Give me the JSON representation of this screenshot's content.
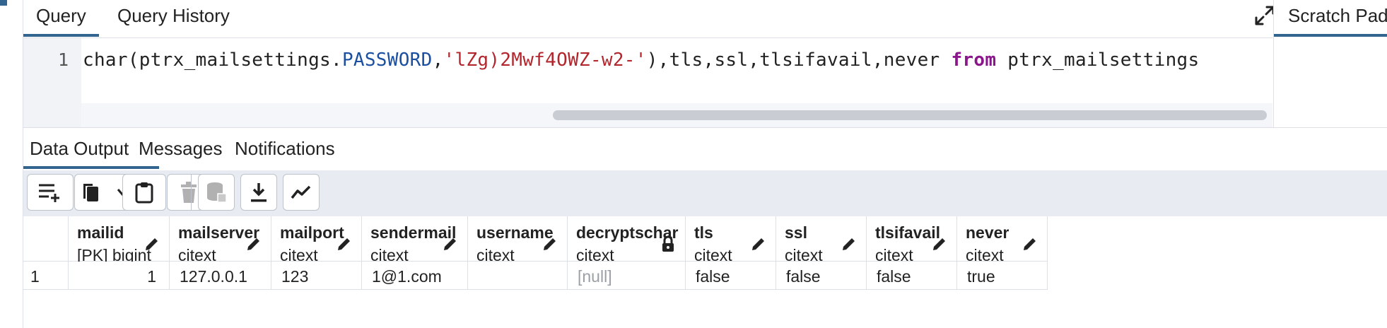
{
  "query_tabs": [
    "Query",
    "Query History"
  ],
  "scratch_pad_label": "Scratch Pad",
  "editor": {
    "line_number": "1",
    "code_tokens": [
      {
        "text": "char(ptrx_mailsettings.",
        "type": "plain"
      },
      {
        "text": "PASSWORD",
        "type": "column"
      },
      {
        "text": ",",
        "type": "plain"
      },
      {
        "text": "'lZg)2Mwf4OWZ-w2-'",
        "type": "string"
      },
      {
        "text": "),tls,ssl,tlsifavail,never ",
        "type": "plain"
      },
      {
        "text": "from",
        "type": "keyword"
      },
      {
        "text": " ptrx_mailsettings",
        "type": "plain"
      }
    ]
  },
  "output_tabs": [
    "Data Output",
    "Messages",
    "Notifications"
  ],
  "toolbar_icons": [
    "add-row-icon",
    "copy-icon",
    "chevron-down-icon",
    "paste-icon",
    "delete-icon",
    "save-data-icon",
    "download-icon",
    "graph-icon"
  ],
  "grid": {
    "columns": [
      {
        "name": "mailid",
        "type": "[PK] bigint",
        "icon": "pencil-icon"
      },
      {
        "name": "mailserver",
        "type": "citext",
        "icon": "pencil-icon"
      },
      {
        "name": "mailport",
        "type": "citext",
        "icon": "pencil-icon"
      },
      {
        "name": "sendermail",
        "type": "citext",
        "icon": "pencil-icon"
      },
      {
        "name": "username",
        "type": "citext",
        "icon": "pencil-icon"
      },
      {
        "name": "decryptschar",
        "type": "citext",
        "icon": "lock-icon"
      },
      {
        "name": "tls",
        "type": "citext",
        "icon": "pencil-icon"
      },
      {
        "name": "ssl",
        "type": "citext",
        "icon": "pencil-icon"
      },
      {
        "name": "tlsifavail",
        "type": "citext",
        "icon": "pencil-icon"
      },
      {
        "name": "never",
        "type": "citext",
        "icon": "pencil-icon"
      }
    ],
    "rows": [
      {
        "row_number": "1",
        "cells": [
          "1",
          "127.0.0.1",
          "123",
          "1@1.com",
          "",
          "[null]",
          "false",
          "false",
          "false",
          "true"
        ]
      }
    ]
  },
  "colors": {
    "accent": "#326690",
    "toolbar_bg": "#e8ecf2",
    "keyword": "#8b168b",
    "string": "#b3262d",
    "column": "#1c4fa0",
    "null_text": "#9aa0a6"
  }
}
